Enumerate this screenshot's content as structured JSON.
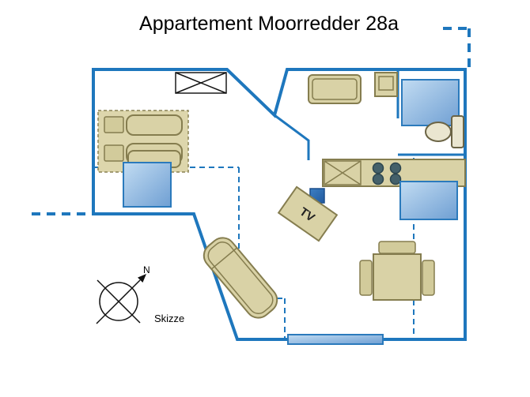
{
  "title": "Appartement Moorredder 28a",
  "labels": {
    "tv": "TV",
    "north": "N",
    "sketch": "Skizze"
  },
  "colors": {
    "wall_blue": "#1e77bd",
    "furniture_fill": "#d9d2a6",
    "furniture_stroke": "#857d4f",
    "mat_blue_light": "#c2dcf2",
    "mat_blue_dark": "#6f9fd3",
    "accent_square_blue": "#2e6cb5",
    "sketch_black": "#111111"
  },
  "icons": {
    "compass": "compass-rose-icon",
    "window_cross": "window-x-icon"
  }
}
